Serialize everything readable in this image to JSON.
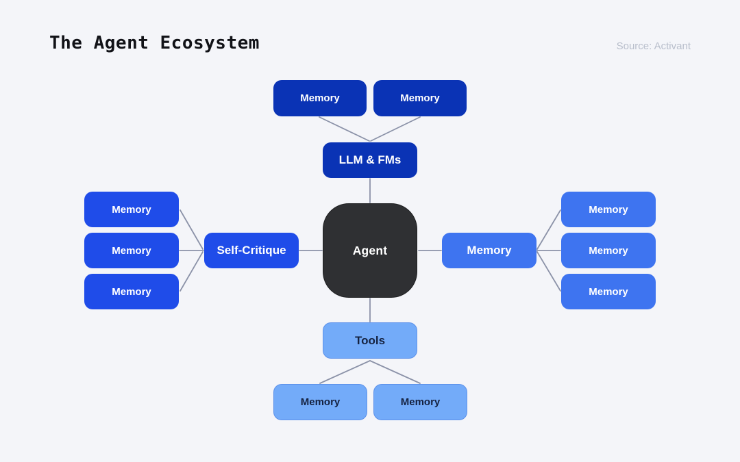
{
  "header": {
    "title": "The Agent Ecosystem",
    "source": "Source: Activant"
  },
  "palette": {
    "background": "#f4f5f9",
    "title_color": "#111217",
    "source_color": "#b8becb",
    "dark_blue": "#0a33b5",
    "bright_blue": "#1f4ce9",
    "medium_blue": "#3e74f0",
    "light_blue": "#73abf9",
    "light_blue_border": "#5c91ea",
    "agent_bg": "#2f3033",
    "dark_label": "#152240",
    "line": "#8b92a8"
  },
  "diagram": {
    "center": {
      "label": "Agent"
    },
    "top": {
      "hub": "LLM & FMs",
      "leaves": [
        "Memory",
        "Memory"
      ]
    },
    "left": {
      "hub": "Self-Critique",
      "leaves": [
        "Memory",
        "Memory",
        "Memory"
      ]
    },
    "right": {
      "hub": "Memory",
      "leaves": [
        "Memory",
        "Memory",
        "Memory"
      ]
    },
    "bottom": {
      "hub": "Tools",
      "leaves": [
        "Memory",
        "Memory"
      ]
    }
  }
}
